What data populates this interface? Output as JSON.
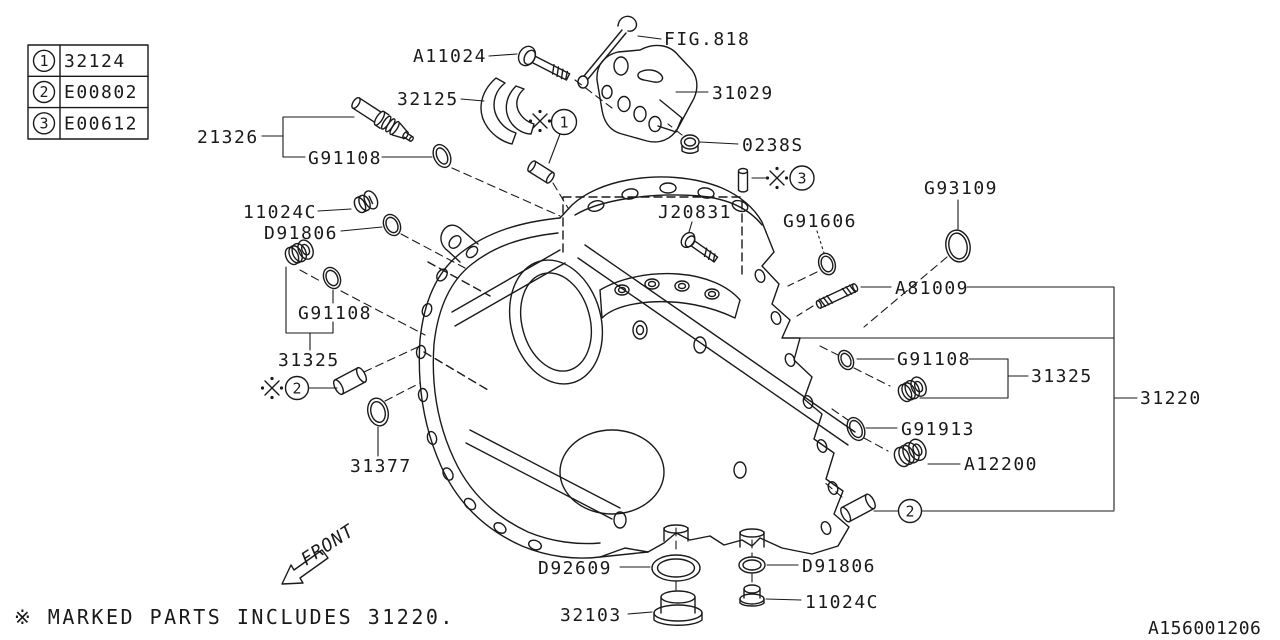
{
  "legend": {
    "rows": [
      {
        "ref": "1",
        "part": "32124"
      },
      {
        "ref": "2",
        "part": "E00802"
      },
      {
        "ref": "3",
        "part": "E00612"
      }
    ]
  },
  "callouts": {
    "a11024": "A11024",
    "fig818": "FIG.818",
    "p32125": "32125",
    "p31029": "31029",
    "p21326": "21326",
    "g91108_top": "G91108",
    "p0238s": "0238S",
    "p11024c_top": "11024C",
    "d91806_top": "D91806",
    "j20831": "J20831",
    "g91606": "G91606",
    "g93109": "G93109",
    "a81009": "A81009",
    "g91108_left": "G91108",
    "p31325_left": "31325",
    "p31377": "31377",
    "g91108_right": "G91108",
    "p31325_right": "31325",
    "p31220": "31220",
    "g91913": "G91913",
    "a12200": "A12200",
    "d92609": "D92609",
    "p32103": "32103",
    "d91806_bottom": "D91806",
    "p11024c_bottom": "11024C"
  },
  "marks": {
    "m1": "1",
    "m2_left": "2",
    "m3": "3",
    "m2_right": "2"
  },
  "footer": {
    "note": "※ MARKED PARTS INCLUDES 31220.",
    "diagram_id": "A156001206"
  },
  "orientation": {
    "front_label": "FRONT"
  }
}
